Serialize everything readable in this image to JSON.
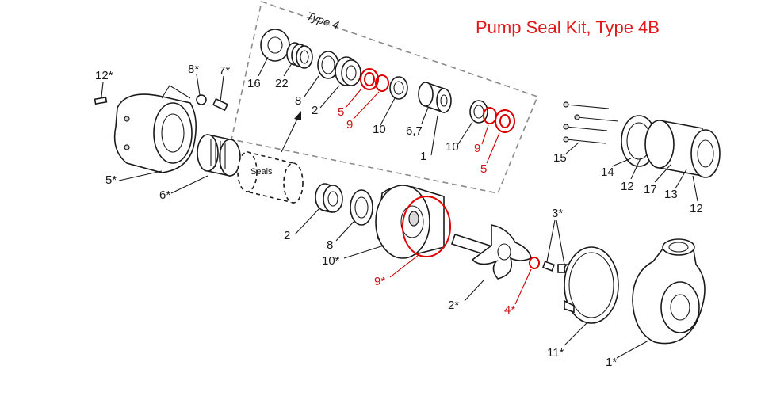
{
  "title": "Pump Seal Kit, Type 4B",
  "group_label": "Type 4",
  "seals_label": "Seals",
  "colors": {
    "highlight": "#e00000",
    "title": "#e01a1a",
    "line": "#1a1a1a"
  },
  "labels": {
    "l12s": "12*",
    "l8s": "8*",
    "l7s": "7*",
    "l5s": "5*",
    "l6s": "6*",
    "t16": "16",
    "t22": "22",
    "t8": "8",
    "t2": "2",
    "t5a": "5",
    "t9a": "9",
    "t10a": "10",
    "t67": "6,7",
    "t1": "1",
    "t10b": "10",
    "t9b": "9",
    "t5b": "5",
    "l15": "15",
    "l14": "14",
    "l12a": "12",
    "l17": "17",
    "l13": "13",
    "l12b": "12",
    "l2": "2",
    "l8": "8",
    "l10s": "10*",
    "l9s": "9*",
    "l2s": "2*",
    "l4s": "4*",
    "l3s": "3*",
    "l11s": "11*",
    "l1s": "1*"
  }
}
